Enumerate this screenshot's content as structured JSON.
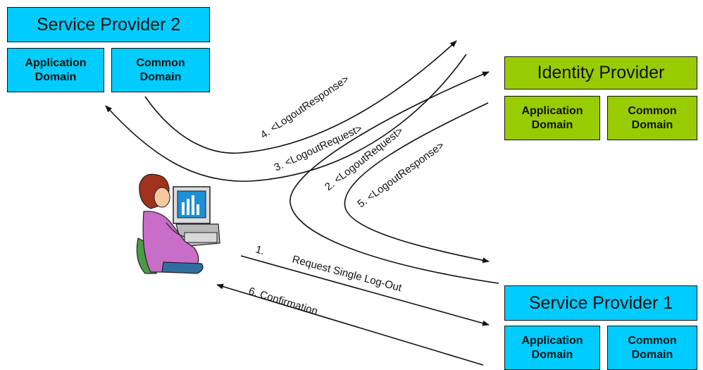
{
  "service_provider_2": {
    "title": "Service Provider 2",
    "app_domain": "Application\nDomain",
    "common_domain": "Common\nDomain"
  },
  "identity_provider": {
    "title": "Identity Provider",
    "app_domain": "Application\nDomain",
    "common_domain": "Common\nDomain"
  },
  "service_provider_1": {
    "title": "Service Provider 1",
    "app_domain": "Application\nDomain",
    "common_domain": "Common\nDomain"
  },
  "messages": {
    "m1_number": "1.",
    "m1_text": "Request Single Log-Out",
    "m2": "2. <LogoutRequest>",
    "m3": "3. <LogoutRequest>",
    "m4": "4. <LogoutResponse>",
    "m5": "5. <LogoutResponse>",
    "m6": "6. Confirmation"
  },
  "colors": {
    "service_provider": "#00ccff",
    "identity_provider": "#99cc00"
  },
  "icons": [
    "user-at-computer-icon"
  ]
}
